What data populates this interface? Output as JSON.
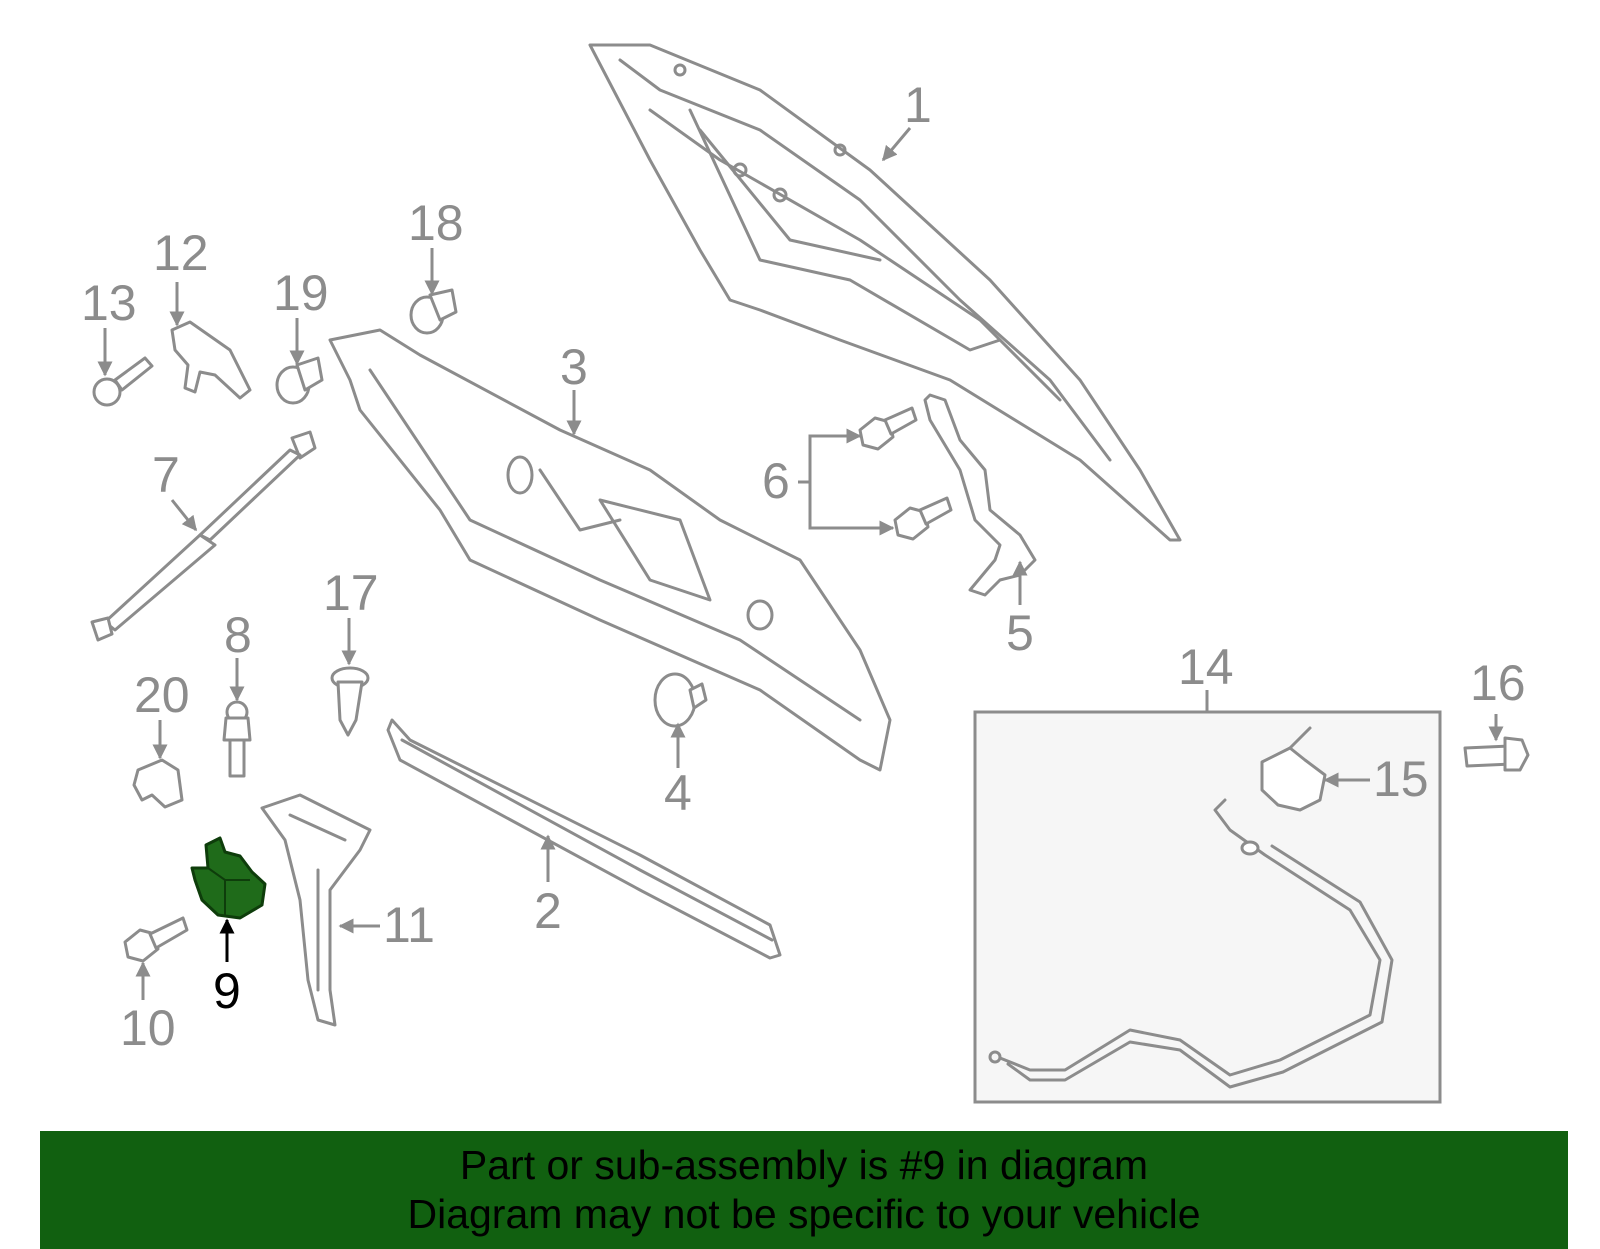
{
  "callouts": {
    "c1": "1",
    "c2": "2",
    "c3": "3",
    "c4": "4",
    "c5": "5",
    "c6": "6",
    "c7": "7",
    "c8": "8",
    "c9": "9",
    "c10": "10",
    "c11": "11",
    "c12": "12",
    "c13": "13",
    "c14": "14",
    "c15": "15",
    "c16": "16",
    "c17": "17",
    "c18": "18",
    "c19": "19",
    "c20": "20"
  },
  "highlighted_part": "9",
  "colors": {
    "highlight": "#1f6b1a",
    "banner_bg": "#116010",
    "line_art": "#8c8c8c",
    "text": "#000000"
  },
  "banner": {
    "line1": "Part or sub-assembly is #9 in diagram",
    "line2": "Diagram may not be specific to your vehicle"
  }
}
